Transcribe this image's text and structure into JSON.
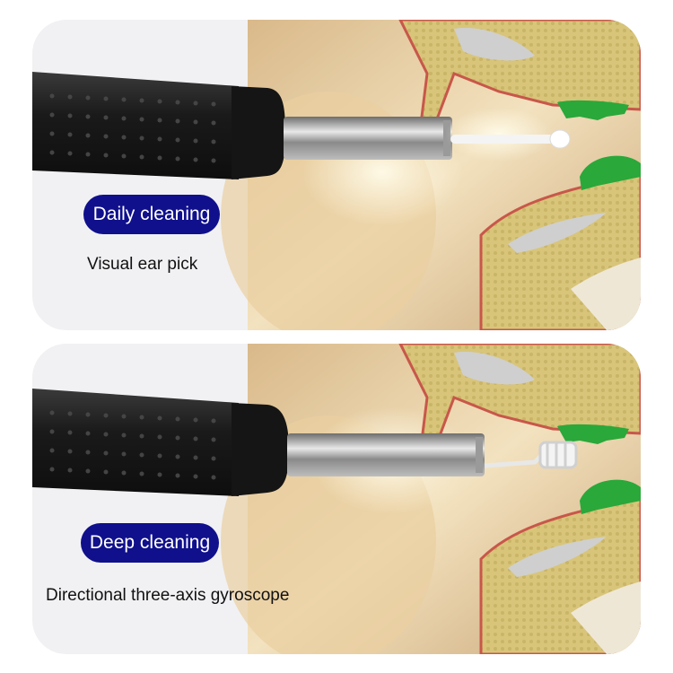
{
  "panels": [
    {
      "mode_label": "Daily cleaning",
      "caption": "Visual ear pick",
      "tip": "ear-spoon"
    },
    {
      "mode_label": "Deep cleaning",
      "caption": "Directional three-axis gyroscope",
      "tip": "spiral-ear-pick"
    }
  ],
  "colors": {
    "badge_bg": "#10108c",
    "badge_text": "#ffffff",
    "panel_bg": "#f1f1f3",
    "earwax_green": "#2aa83a",
    "handle_black": "#1c1c1c"
  }
}
